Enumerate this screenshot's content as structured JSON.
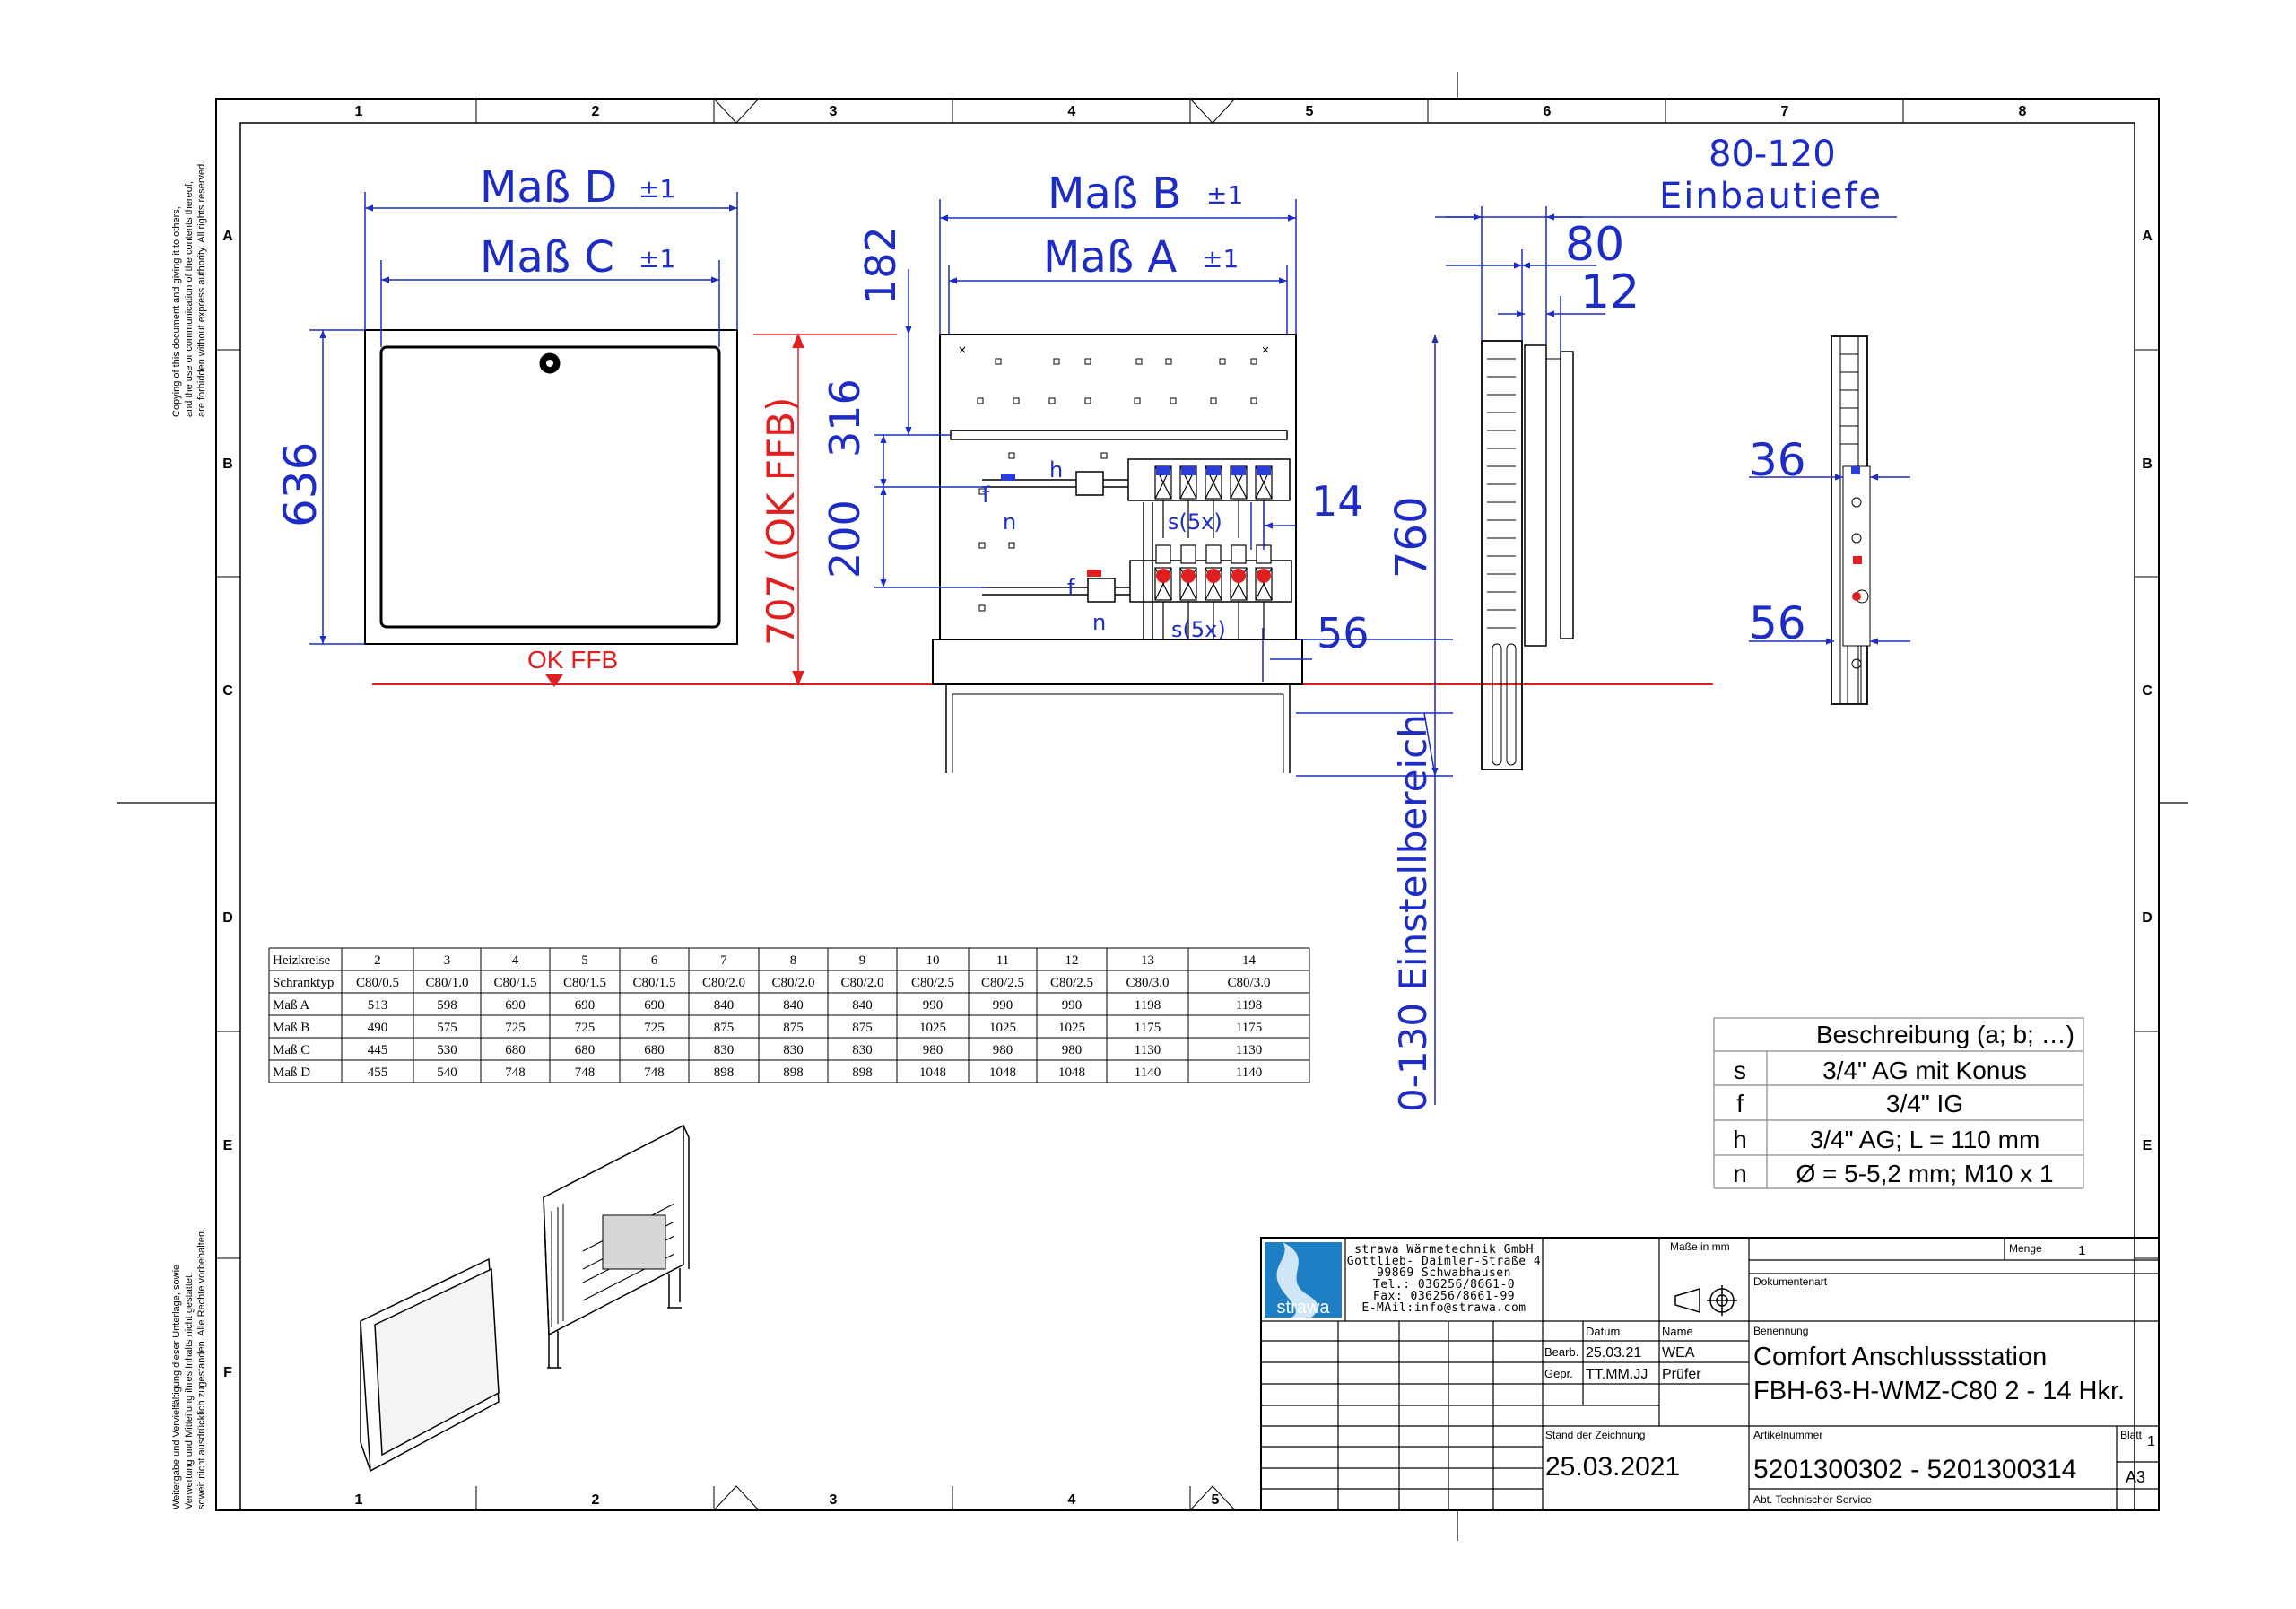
{
  "margin_text": {
    "copyright": [
      "Copying of this document and giving it to others,",
      "and the use or communication of the contents thereof,",
      "are forbidden without express authority. All rights reserved."
    ],
    "weitergabe": [
      "Weitergabe und Vervielfältigung dieser Unterlage, sowie",
      "Verwertung und Mitteilung ihres Inhalts nicht gestattet,",
      "soweit nicht ausdrücklich zugestanden. Alle Rechte vorbehalten."
    ]
  },
  "frame": {
    "cols_top": [
      "1",
      "2",
      "3",
      "4",
      "5",
      "6",
      "7",
      "8"
    ],
    "cols_bottom": [
      "1",
      "2",
      "3",
      "4",
      "5"
    ],
    "rows": [
      "A",
      "B",
      "C",
      "D",
      "E",
      "F"
    ]
  },
  "dimensions": {
    "mass_d": "Maß D",
    "mass_c": "Maß C",
    "mass_b": "Maß B",
    "mass_a": "Maß A",
    "tol": "±1",
    "h636": "636",
    "ok_ffb": "OK FFB",
    "h707": "707 (OK FFB)",
    "v182": "182",
    "v316": "316",
    "v200": "200",
    "v14": "14",
    "v56": "56",
    "v760": "760",
    "einstell": "0-130  Einstellbereich",
    "einbau_range": "80-120",
    "einbau_label": "Einbautiefe",
    "d80": "80",
    "d12": "12",
    "d36": "36",
    "d56b": "56",
    "lbl_f": "f",
    "lbl_n": "n",
    "lbl_h": "h",
    "lbl_s5x": "s(5x)"
  },
  "table": {
    "headers": [
      "Heizkreise",
      "2",
      "3",
      "4",
      "5",
      "6",
      "7",
      "8",
      "9",
      "10",
      "11",
      "12",
      "13",
      "14"
    ],
    "rows": [
      [
        "Schranktyp",
        "C80/0.5",
        "C80/1.0",
        "C80/1.5",
        "C80/1.5",
        "C80/1.5",
        "C80/2.0",
        "C80/2.0",
        "C80/2.0",
        "C80/2.5",
        "C80/2.5",
        "C80/2.5",
        "C80/3.0",
        "C80/3.0"
      ],
      [
        "Maß A",
        "513",
        "598",
        "690",
        "690",
        "690",
        "840",
        "840",
        "840",
        "990",
        "990",
        "990",
        "1198",
        "1198"
      ],
      [
        "Maß B",
        "490",
        "575",
        "725",
        "725",
        "725",
        "875",
        "875",
        "875",
        "1025",
        "1025",
        "1025",
        "1175",
        "1175"
      ],
      [
        "Maß C",
        "445",
        "530",
        "680",
        "680",
        "680",
        "830",
        "830",
        "830",
        "980",
        "980",
        "980",
        "1130",
        "1130"
      ],
      [
        "Maß D",
        "455",
        "540",
        "748",
        "748",
        "748",
        "898",
        "898",
        "898",
        "1048",
        "1048",
        "1048",
        "1140",
        "1140"
      ]
    ]
  },
  "legend": {
    "title": "Beschreibung (a; b; …)",
    "rows": [
      [
        "s",
        "3/4\" AG mit Konus"
      ],
      [
        "f",
        "3/4\" IG"
      ],
      [
        "h",
        "3/4\" AG; L = 110 mm"
      ],
      [
        "n",
        "Ø = 5-5,2 mm; M10 x 1"
      ]
    ]
  },
  "titleblock": {
    "company_lines": [
      "strawa Wärmetechnik GmbH",
      "Gottlieb- Daimler-Straße 4",
      "99869 Schwabhausen",
      "Tel.: 036256/8661-0",
      "Fax: 036256/8661-99",
      "E-MAil:info@strawa.com"
    ],
    "logo_text": "strawa",
    "masse_label": "Maße in mm",
    "menge_label": "Menge",
    "menge_value": "1",
    "dokumentenart": "Dokumentenart",
    "datum": "Datum",
    "name": "Name",
    "bearb": "Bearb.",
    "bearb_date": "25.03.21",
    "bearb_name": "WEA",
    "gepr": "Gepr.",
    "gepr_date": "TT.MM.JJ",
    "gepr_name": "Prüfer",
    "benennung_label": "Benennung",
    "benennung_1": "Comfort Anschlussstation",
    "benennung_2": "FBH-63-H-WMZ-C80  2 - 14 Hkr.",
    "stand_label": "Stand der Zeichnung",
    "stand_value": "25.03.2021",
    "artikel_label": "Artikelnummer",
    "artikel_value": "5201300302 - 5201300314",
    "blatt_label": "Blatt",
    "blatt_value": "1",
    "format": "A3",
    "abt": "Abt. Technischer Service"
  },
  "colors": {
    "dim_blue": "#1c2cc4",
    "ffb_red": "#e02020",
    "logo_blue": "#1f7fc4"
  }
}
